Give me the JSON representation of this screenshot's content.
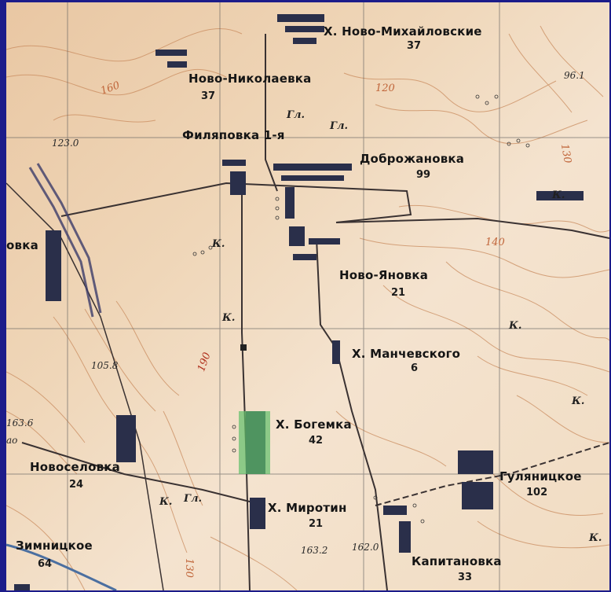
{
  "settlements": [
    {
      "id": "novo-mikhailovskie",
      "name": "Х. Ново-Михайловские",
      "pop": "37"
    },
    {
      "id": "novo-nikolaevka",
      "name": "Ново-Николаевка",
      "pop": "37"
    },
    {
      "id": "filyapovka",
      "name": "Филяповка 1-я",
      "pop": ""
    },
    {
      "id": "dobrozhanovka",
      "name": "Доброжановка",
      "pop": "99"
    },
    {
      "id": "novo-yanovka",
      "name": "Ново-Яновка",
      "pop": "21"
    },
    {
      "id": "manchevskogo",
      "name": "Х. Манчевского",
      "pop": "6"
    },
    {
      "id": "bogemka",
      "name": "Х. Богемка",
      "pop": "42"
    },
    {
      "id": "novoselovka",
      "name": "Новоселовка",
      "pop": "24"
    },
    {
      "id": "mirotin",
      "name": "Х. Миротин",
      "pop": "21"
    },
    {
      "id": "gulyanitskoe",
      "name": "Гуляницкое",
      "pop": "102"
    },
    {
      "id": "zimnitskoe",
      "name": "Зимницкое",
      "pop": "64"
    },
    {
      "id": "kapitanovka",
      "name": "Капитановка",
      "pop": "33"
    },
    {
      "id": "ovka-fragment",
      "name": "овка",
      "pop": ""
    }
  ],
  "elevations": [
    "123.0",
    "105.8",
    "163.6",
    "163.2",
    "162.0",
    "96.1"
  ],
  "contours": [
    "160",
    "120",
    "140",
    "130",
    "190",
    "130"
  ],
  "abbreviations": [
    "Гл.",
    "Гл.",
    "К.",
    "К.",
    "К.",
    "К.",
    "К.",
    "К.",
    "Гл.",
    "К."
  ],
  "fragments": [
    "ао"
  ],
  "colors": {
    "paper": "#efd6b8",
    "contour": "#c0653a",
    "road": "#3a3232",
    "grid": "#5a5a5a",
    "frame": "#1c1c8a",
    "vegetation": "#5fbf6a"
  }
}
